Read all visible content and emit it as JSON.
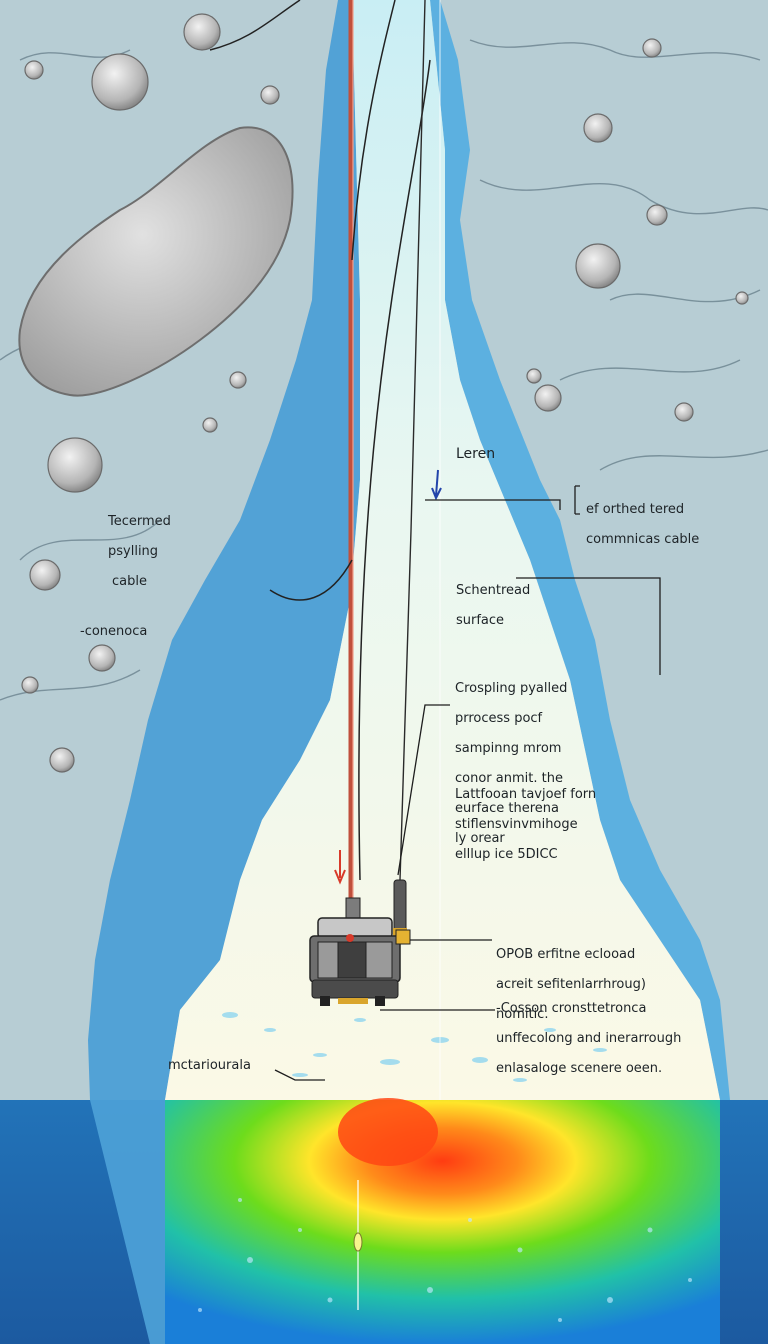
{
  "labels": {
    "leren": "Leren",
    "tether_left": [
      "Tecermed",
      "psylling",
      "cable"
    ],
    "conenoca": "-conenoca",
    "tethered_cable": [
      "ef orthed tered",
      "commnicas cable"
    ],
    "schentread": [
      "Schentread",
      "surface"
    ],
    "crospling": [
      "Crospling pyalled",
      "prrocess pocf",
      "sampinng mrom",
      "conor anmit. the",
      "eurface therena",
      "ly orear"
    ],
    "lattfooan": [
      "Lattfooan tavjoef forn",
      "stiflensvinvmihoge",
      "elllup ice 5DICC"
    ],
    "opob": [
      "OPOB erfitne eclooad",
      "acreit sefitenlarrhroug)",
      "nomitic."
    ],
    "cosson": [
      "-Cosson cronsttetronca",
      "unffecolong and inerarrough",
      "enlasaloge scenere oeen."
    ],
    "mctari": "mctariourala"
  },
  "colors": {
    "ice": "#b9cfd6",
    "ice_edge": "#3b8ccc",
    "shaft": "#eef8f6",
    "cable": "#c0503c",
    "ocean": "#1d6fb9",
    "plume_hot": "#ff5a1a",
    "plume_warm": "#54d414"
  },
  "icons": [
    "probe-icon",
    "sensor-pod-icon"
  ]
}
